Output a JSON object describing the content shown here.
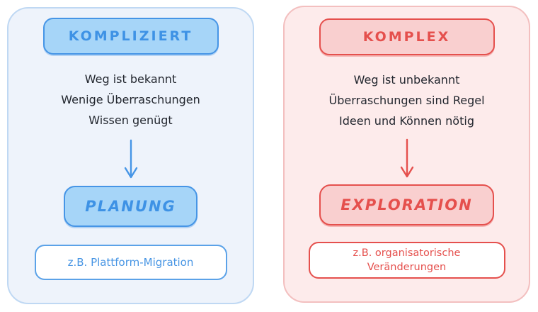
{
  "canvas": {
    "background": "#ffffff"
  },
  "panels": [
    {
      "id": "kompliziert",
      "title": "KOMPLIZIERT",
      "bullets": [
        "Weg ist bekannt",
        "Wenige Überraschungen",
        "Wissen genügt"
      ],
      "arrow_icon": "arrow-down-icon",
      "result": "PLANUNG",
      "example_lines": [
        "z.B. Plattform-Migration"
      ],
      "colors": {
        "panel_bg": "#eef3fb",
        "panel_border": "#bfd8f3",
        "chip_fill": "#a6d5f8",
        "accent_stroke": "#4695e6",
        "chip_text": "#3e92e5",
        "example_text": "#4795e4",
        "body_text": "#23272f"
      }
    },
    {
      "id": "komplex",
      "title": "KOMPLEX",
      "bullets": [
        "Weg ist unbekannt",
        "Überraschungen sind Regel",
        "Ideen und Können nötig"
      ],
      "arrow_icon": "arrow-down-icon",
      "result": "EXPLORATION",
      "example_lines": [
        "z.B. organisatorische",
        "Veränderungen"
      ],
      "colors": {
        "panel_bg": "#fdebeb",
        "panel_border": "#f3bfbf",
        "chip_fill": "#f9cfcf",
        "accent_stroke": "#e5504d",
        "chip_text": "#e5504d",
        "example_text": "#e5504d",
        "body_text": "#23272f"
      }
    }
  ]
}
